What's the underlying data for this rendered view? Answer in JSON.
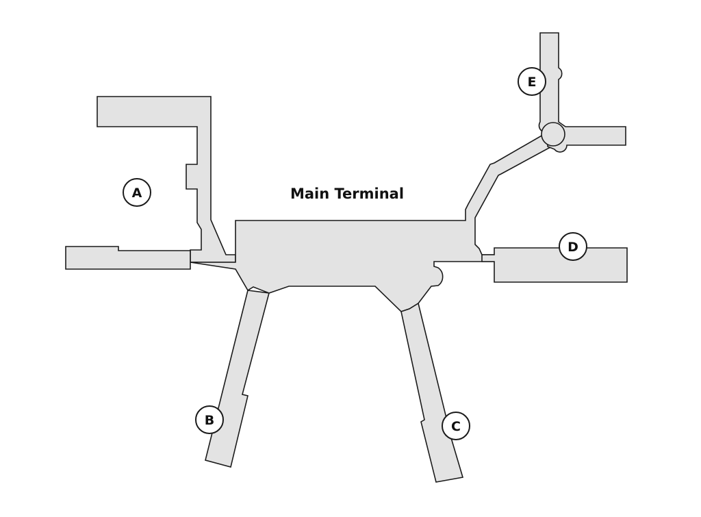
{
  "map": {
    "title": "Main Terminal",
    "concourses": [
      {
        "label": "A"
      },
      {
        "label": "B"
      },
      {
        "label": "C"
      },
      {
        "label": "D"
      },
      {
        "label": "E"
      }
    ]
  },
  "colors": {
    "background": "#ffffff",
    "building_fill": "#e3e3e3",
    "building_stroke": "#1a1a1a",
    "text": "#111111",
    "marker_fill": "#ffffff",
    "marker_stroke": "#1a1a1a"
  }
}
